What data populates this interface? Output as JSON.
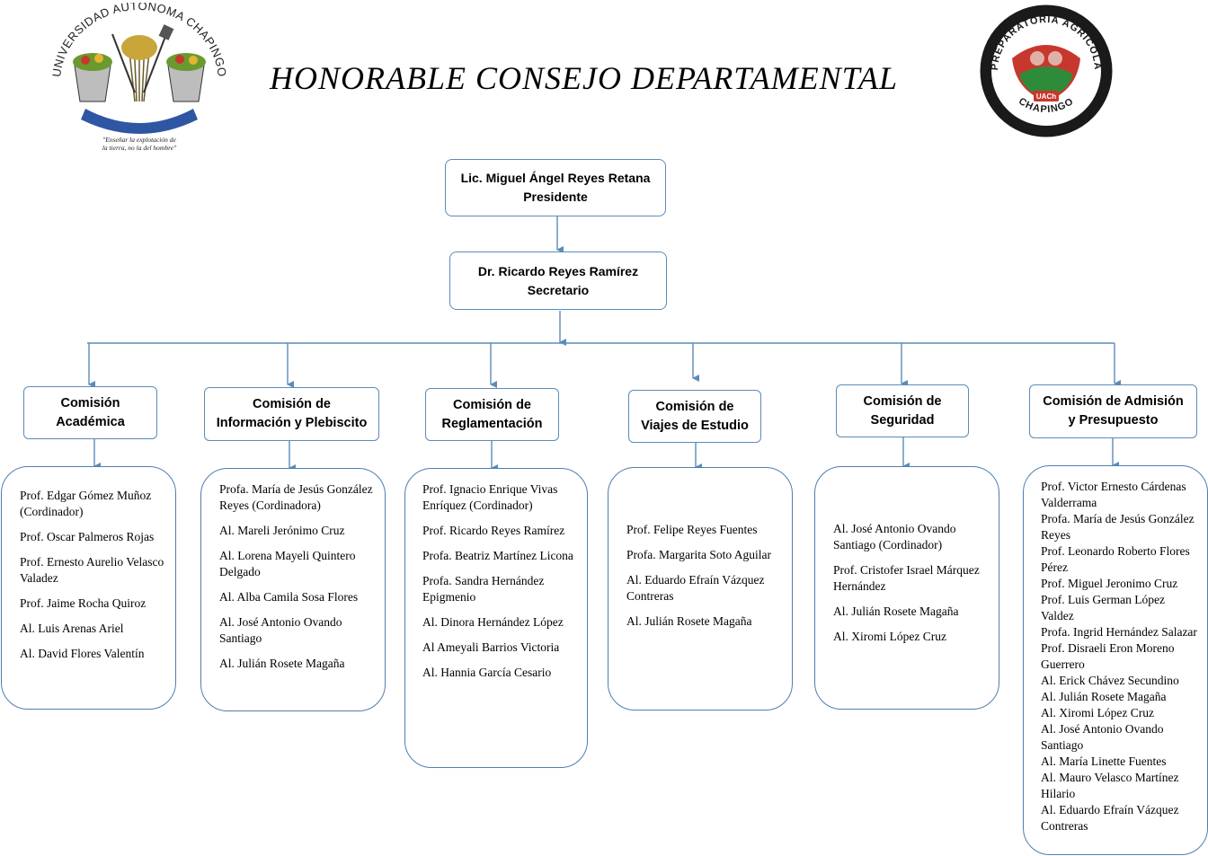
{
  "title": "HONORABLE CONSEJO DEPARTAMENTAL",
  "logos": {
    "left": {
      "arc_text": "UNIVERSIDAD AUTÓNOMA CHAPINGO",
      "motto_line1": "\"Enseñar la explotación de",
      "motto_line2": "la tierra, no la del hombre\""
    },
    "right": {
      "top_text": "PREPARATORIA AGRICOLA",
      "bottom_text": "CHAPINGO",
      "badge": "UACh"
    }
  },
  "colors": {
    "line": "#5b8bb8",
    "panel_border": "#4f7fae"
  },
  "president": {
    "name": "Lic. Miguel Ángel Reyes Retana",
    "role": "Presidente"
  },
  "secretary": {
    "name": "Dr. Ricardo Reyes Ramírez",
    "role": "Secretario"
  },
  "commissions": [
    {
      "line1": "Comisión",
      "line2": "Académica",
      "members": [
        "Prof. Edgar Gómez Muñoz (Cordinador)",
        "Prof. Oscar Palmeros Rojas",
        "Prof. Ernesto Aurelio Velasco Valadez",
        "Prof. Jaime Rocha Quiroz",
        "Al. Luis Arenas Ariel",
        "Al.  David Flores Valentín"
      ]
    },
    {
      "line1": "Comisión de",
      "line2": "Información y Plebiscito",
      "members": [
        "Profa. María de Jesús González Reyes (Cordinadora)",
        "Al.  Mareli Jerónimo Cruz",
        "Al. Lorena Mayeli Quintero Delgado",
        "Al.  Alba Camila Sosa Flores",
        "Al. José Antonio Ovando Santiago",
        "Al. Julián Rosete Magaña"
      ]
    },
    {
      "line1": "Comisión de",
      "line2": "Reglamentación",
      "members": [
        "Prof.  Ignacio Enrique Vivas Enríquez (Cordinador)",
        "Prof. Ricardo Reyes Ramírez",
        "Profa. Beatriz Martínez Licona",
        "Profa. Sandra Hernández Epigmenio",
        "Al. Dinora Hernández López",
        "Al  Ameyali Barrios Victoria",
        "Al.  Hannia García Cesario"
      ]
    },
    {
      "line1": "Comisión de",
      "line2": "Viajes de Estudio",
      "members": [
        "Prof. Felipe Reyes Fuentes",
        "Profa.  Margarita Soto Aguilar",
        "Al. Eduardo Efraín Vázquez Contreras",
        "Al. Julián Rosete Magaña"
      ]
    },
    {
      "line1": "Comisión de",
      "line2": "Seguridad",
      "members": [
        "Al. José Antonio Ovando Santiago (Cordinador)",
        "Prof. Cristofer Israel Márquez Hernández",
        "Al. Julián Rosete Magaña",
        "Al. Xiromi López Cruz"
      ]
    },
    {
      "line1": "Comisión de Admisión",
      "line2": "y Presupuesto",
      "members": [
        "Prof.  Victor Ernesto Cárdenas Valderrama",
        "Profa. María de Jesús González Reyes",
        "Prof. Leonardo Roberto Flores Pérez",
        "Prof. Miguel Jeronimo Cruz",
        "Prof. Luis German López Valdez",
        "Profa. Ingrid Hernández Salazar",
        "Prof.  Disraeli Eron Moreno Guerrero",
        "Al. Erick Chávez Secundino",
        "Al. Julián Rosete Magaña",
        "Al. Xiromi López Cruz",
        "Al. José Antonio Ovando Santiago",
        "Al. María Linette Fuentes",
        "Al. Mauro Velasco Martínez Hilario",
        "Al. Eduardo Efraín Vázquez Contreras"
      ]
    }
  ]
}
